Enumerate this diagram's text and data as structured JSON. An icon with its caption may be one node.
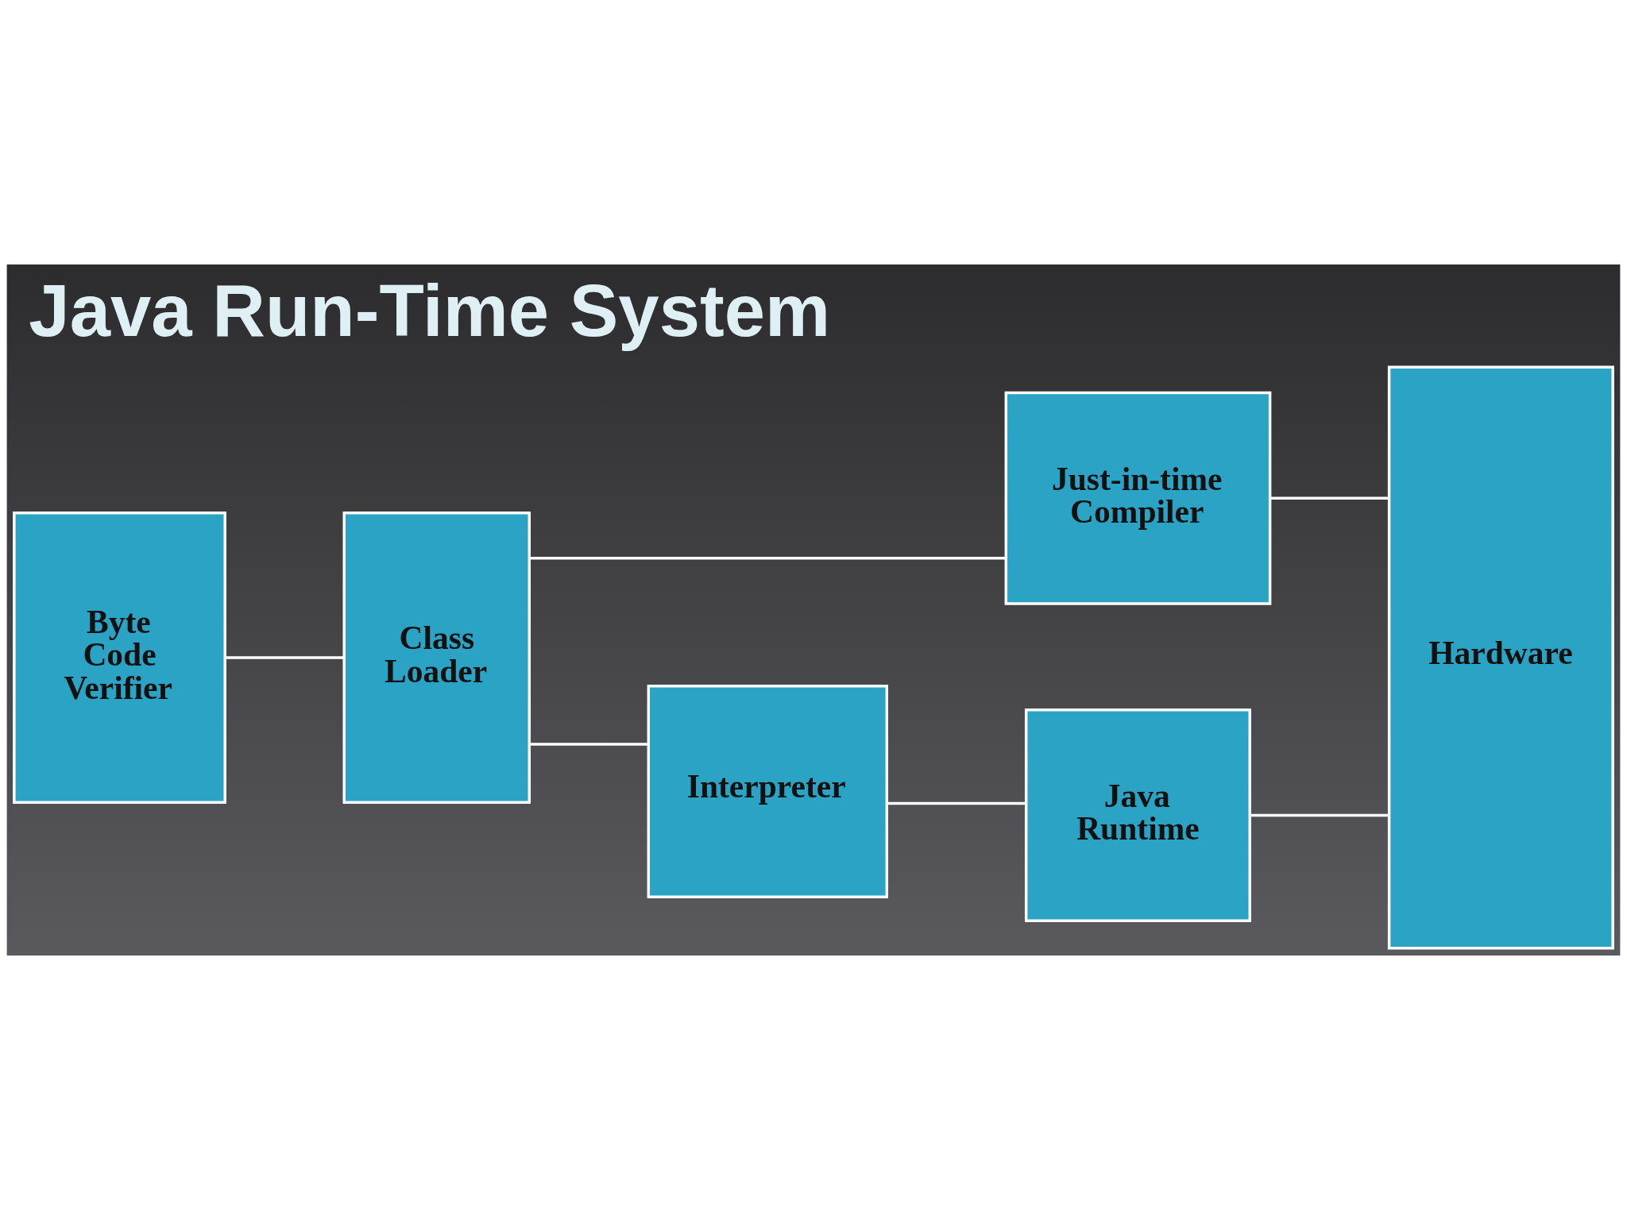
{
  "diagram": {
    "title": "Java Run-Time System",
    "nodes": [
      {
        "text": [
          "Byte Code Verifier"
        ]
      },
      {
        "text": [
          "Class Loader"
        ]
      },
      {
        "text": [
          "Just-in-time Compiler"
        ]
      },
      {
        "text": [
          "Interpreter"
        ]
      },
      {
        "text": [
          "Java Runtime"
        ]
      },
      {
        "text": [
          "Hardware"
        ]
      }
    ],
    "edges": [
      {
        "from": 0,
        "to": 1,
        "arrow": "none"
      },
      {
        "from": 1,
        "to": 2,
        "arrow": "none"
      },
      {
        "from": 1,
        "to": 3,
        "arrow": "none"
      },
      {
        "from": 2,
        "to": 5,
        "arrow": "none"
      },
      {
        "from": 3,
        "to": 4,
        "arrow": "none"
      },
      {
        "from": 4,
        "to": 5,
        "arrow": "none"
      }
    ]
  }
}
